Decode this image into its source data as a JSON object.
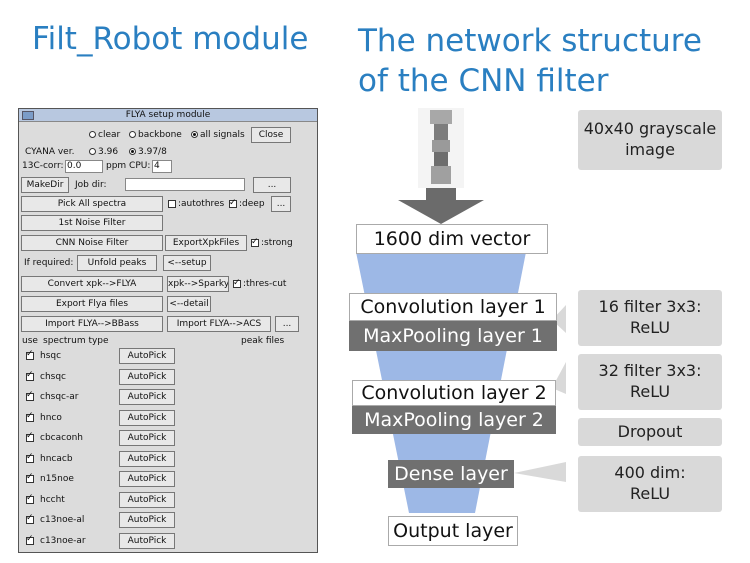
{
  "titles": {
    "left": "Filt_Robot module",
    "right_line1": "The network structure",
    "right_line2": "of the CNN filter"
  },
  "window": {
    "title": "FLYA setup module",
    "radio_clear": "clear",
    "radio_backbone": "backbone",
    "radio_all": "all signals",
    "close": "Close",
    "cyana_label": "CYANA ver.",
    "cyana_v1": "3.96",
    "cyana_v2": "3.97/8",
    "c13_label": "13C-corr:",
    "c13_value": "0.0",
    "ppm_label": "ppm CPU:",
    "cpu_value": "4",
    "makedir": "MakeDir",
    "jobdir_label": "Job dir:",
    "dots": "...",
    "pick_all": "Pick All spectra",
    "autothres": ":autothres",
    "deep": ":deep",
    "noise1": "1st Noise Filter",
    "cnn_noise": "CNN Noise Filter",
    "export_xpk": "ExportXpkFiles",
    "strong": ":strong",
    "if_required": "If required:",
    "unfold": "Unfold peaks",
    "setup": "<--setup",
    "convert_xpk": "Convert xpk-->FLYA",
    "xpk_sparky": "xpk-->Sparky",
    "thres_cut": ":thres-cut",
    "export_flya": "Export Flya files",
    "detail": "<--detail",
    "import_bbass": "Import FLYA-->BBass",
    "import_acs": "Import FLYA-->ACS",
    "col_use": "use",
    "col_type": "spectrum type",
    "col_peak": "peak files",
    "autopick": "AutoPick",
    "spectra": [
      "hsqc",
      "chsqc",
      "chsqc-ar",
      "hnco",
      "cbcaconh",
      "hncacb",
      "n15noe",
      "hccht",
      "c13noe-al",
      "c13noe-ar"
    ]
  },
  "diagram": {
    "input_note": "40x40 grayscale\nimage",
    "vector": "1600 dim vector",
    "conv1": "Convolution layer 1",
    "pool1": "MaxPooling layer 1",
    "conv1_note": "16 filter 3x3:\nReLU",
    "conv2": "Convolution layer 2",
    "pool2": "MaxPooling layer 2",
    "conv2_note": "32 filter 3x3:\nReLU",
    "dropout": "Dropout",
    "dense": "Dense layer",
    "dense_note": "400 dim:\nReLU",
    "output": "Output layer",
    "colors": {
      "funnel": "#9db8e6",
      "arrow": "#6b6b6b",
      "dark_box": "#707070",
      "note_box": "#d9d9d9",
      "title": "#2a7fc1"
    }
  }
}
